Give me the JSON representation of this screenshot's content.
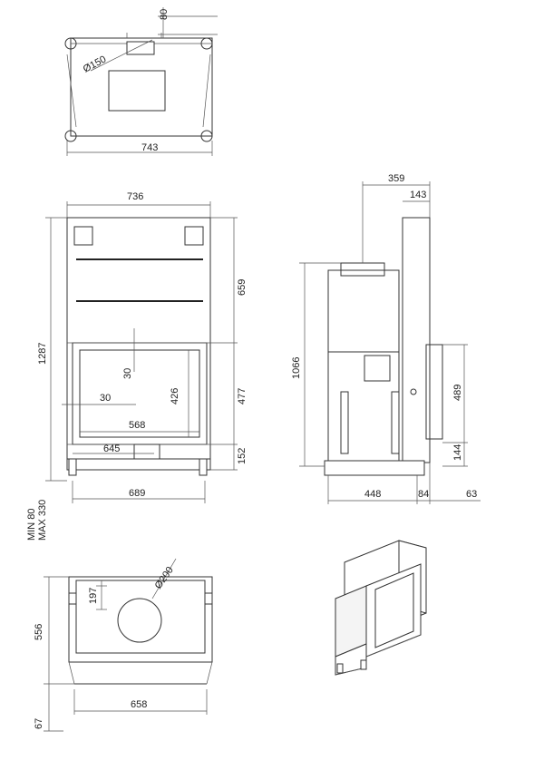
{
  "top_view": {
    "width_743": "743",
    "height_80": "80",
    "flue_dia": "Ø150"
  },
  "front_view": {
    "width_736": "736",
    "height_1287": "1287",
    "upper_659": "659",
    "opening_477": "477",
    "base_152": "152",
    "glass_426": "426",
    "inner_568": "568",
    "inner_645": "645",
    "offset_30a": "30",
    "offset_30b": "30",
    "feet_689": "689",
    "min_label": "MIN 80",
    "max_label": "MAX 330"
  },
  "side_view": {
    "top_359": "359",
    "top_143": "143",
    "height_1066": "1066",
    "door_489": "489",
    "door_144": "144",
    "depth_448": "448",
    "depth_84": "84",
    "depth_63": "63"
  },
  "plan_view": {
    "dia_200": "Ø200",
    "offset_197": "197",
    "depth_556": "556",
    "width_658": "658",
    "bottom_67": "67"
  }
}
